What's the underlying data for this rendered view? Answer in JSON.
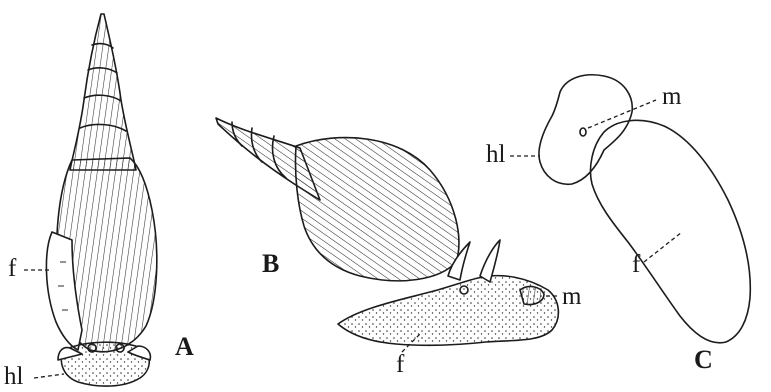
{
  "figure": {
    "panels": [
      {
        "id": "A",
        "label": "A",
        "annotations": [
          {
            "id": "f",
            "text": "f"
          },
          {
            "id": "hl",
            "text": "hl"
          }
        ]
      },
      {
        "id": "B",
        "label": "B",
        "annotations": [
          {
            "id": "m",
            "text": "m"
          },
          {
            "id": "f",
            "text": "f"
          }
        ]
      },
      {
        "id": "C",
        "label": "C",
        "annotations": [
          {
            "id": "m",
            "text": "m"
          },
          {
            "id": "hl",
            "text": "hl"
          },
          {
            "id": "f",
            "text": "f"
          }
        ]
      }
    ]
  }
}
